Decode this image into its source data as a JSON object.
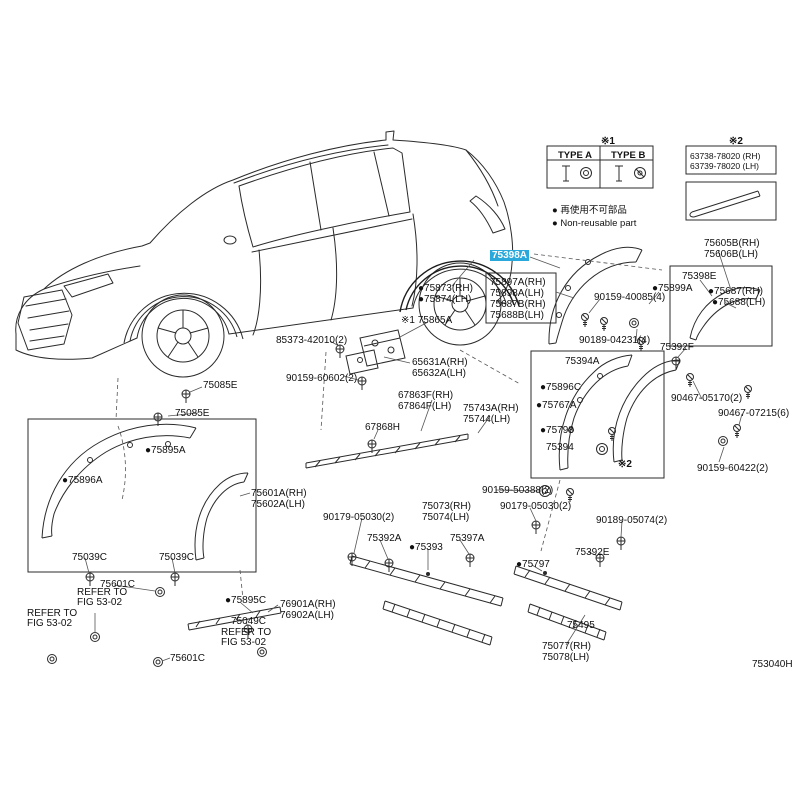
{
  "meta": {
    "diagram_code": "753040H"
  },
  "colors": {
    "highlight_bg": "#29a8dc",
    "highlight_text": "#ffffff",
    "line": "#2b2b2b"
  },
  "selected_part": "75398A",
  "legend": {
    "mark1": "※1",
    "mark2": "※2",
    "type_a": "TYPE A",
    "type_b": "TYPE B",
    "grommet_rh": "63738-78020 (RH)",
    "grommet_lh": "63739-78020 (LH)",
    "note_jp": "● 再使用不可部品",
    "note_en": "● Non-reusable part"
  },
  "labels": {
    "l75605B": "75605B(RH)",
    "l75606B": "75606B(LH)",
    "l75398A": "75398A",
    "l75897A": "75897A(RH)",
    "l75898A": "75898A(LH)",
    "l75687B": "75687B(RH)",
    "l75688B": "75688B(LH)",
    "l75873": "●75873(RH)",
    "l75874": "●75874(LH)",
    "l75398E": "75398E",
    "l75899A": "●75899A",
    "l75687": "●75687(RH)",
    "l75688": "●75688(LH)",
    "l90159_40085": "90159-40085(4)",
    "l75865A": "※1 75865A",
    "l85373": "85373-42010(2)",
    "l90189_04231": "90189-04231(4)",
    "l75392F": "75392F",
    "l65631A": "65631A(RH)",
    "l65632A": "65632A(LH)",
    "l90159_60602": "90159-60602(2)",
    "l75394A": "75394A",
    "l75896C": "●75896C",
    "l90467_05170": "90467-05170(2)",
    "l75767A": "●75767A",
    "l90467_07215": "90467-07215(6)",
    "l75085E": "75085E",
    "l75798": "●75798",
    "l67863F": "67863F(RH)",
    "l67864F": "67864F(LH)",
    "l75743A": "75743A(RH)",
    "l75744": "75744(LH)",
    "l67868H": "67868H",
    "l75394": "75394",
    "l75895A": "●75895A",
    "l90159_60422": "90159-60422(2)",
    "l75896A": "●75896A",
    "l75601A": "75601A(RH)",
    "l75602A": "75602A(LH)",
    "l90159_50388": "90159-50388(2)",
    "l90179_05030": "90179-05030(2)",
    "l75073": "75073(RH)",
    "l75074": "75074(LH)",
    "l90189_05074": "90189-05074(2)",
    "l75392A": "75392A",
    "l75397A": "75397A",
    "l75392E": "75392E",
    "l75393": "●75393",
    "l75797": "●75797",
    "l75039C": "75039C",
    "l75601C": "75601C",
    "refer_line1": "REFER TO",
    "refer_line2": "FIG 53-02",
    "l75895C": "●75895C",
    "l76901A": "76901A(RH)",
    "l76902A": "76902A(LH)",
    "l75049C": "75049C",
    "l75495": "75495",
    "l75077": "75077(RH)",
    "l75078": "75078(LH)"
  }
}
